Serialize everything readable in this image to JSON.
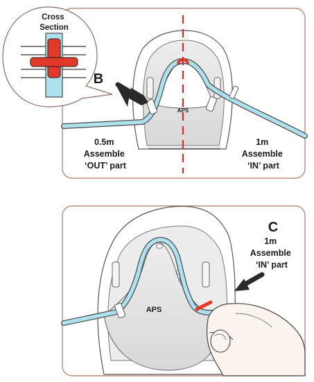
{
  "panel_top": {
    "callout_title_line1": "Cross",
    "callout_title_line2": "Section",
    "callout_letter": "B",
    "mask_logo": "APS",
    "left_label": {
      "line1": "0.5m",
      "line2": "Assemble",
      "line3": "‘OUT’ part"
    },
    "right_label": {
      "line1": "1m",
      "line2": "Assemble",
      "line3": "‘IN’ part"
    }
  },
  "panel_bottom": {
    "step_letter": "C",
    "label": {
      "line1": "1m",
      "line2": "Assemble",
      "line3": "‘IN’ part"
    },
    "mask_logo": "APS"
  },
  "colors": {
    "tube": "#aee0ee",
    "tube_outline": "#4a4a4a",
    "clip_red": "#e23a2a",
    "centerline_red": "#d92b2b",
    "panel_border": "#b98a80",
    "mask_fill": "#e6e6e6",
    "arrow": "#2a2a2a"
  },
  "icons": [
    "pointer-arrow-icon",
    "tube-clip-icon",
    "hand-icon"
  ]
}
